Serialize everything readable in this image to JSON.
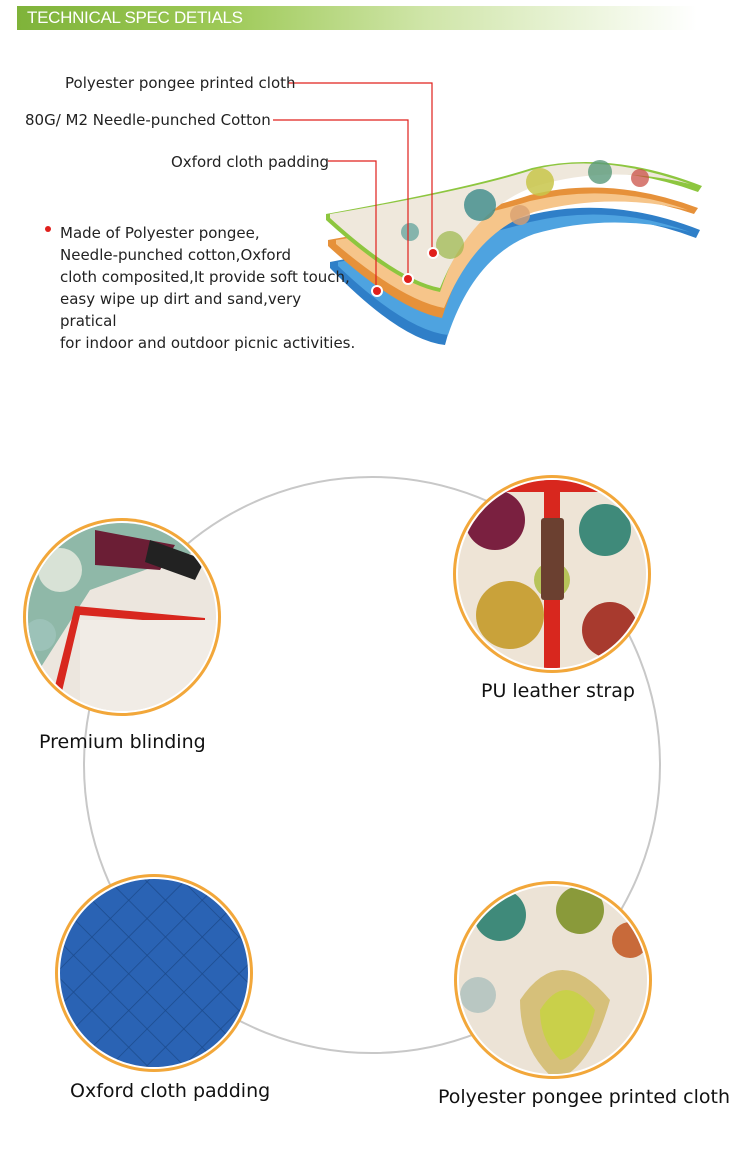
{
  "banner": {
    "title": "TECHNICAL SPEC DETIALS"
  },
  "layers": {
    "label_1": "Polyester pongee printed cloth",
    "label_2": "80G/ M2  Needle-punched Cotton",
    "label_3": "Oxford cloth padding"
  },
  "description": {
    "line_1": "Made of Polyester pongee,",
    "line_2": "Needle-punched cotton,Oxford",
    "line_3": "cloth composited,It provide soft touch,",
    "line_4": "easy wipe up dirt and sand,very pratical",
    "line_5": "for indoor and outdoor picnic activities."
  },
  "features": {
    "binding": "Premium blinding",
    "strap": "PU leather strap",
    "padding": "Oxford cloth padding",
    "printed": "Polyester pongee printed cloth"
  },
  "colors": {
    "accent_red": "#e0201c",
    "banner_green": "#8cc04a",
    "ring_orange": "#f2a73a",
    "layer_blue": "#2f7fc8",
    "layer_orange": "#f0a048",
    "layer_green": "#8dc63f"
  }
}
